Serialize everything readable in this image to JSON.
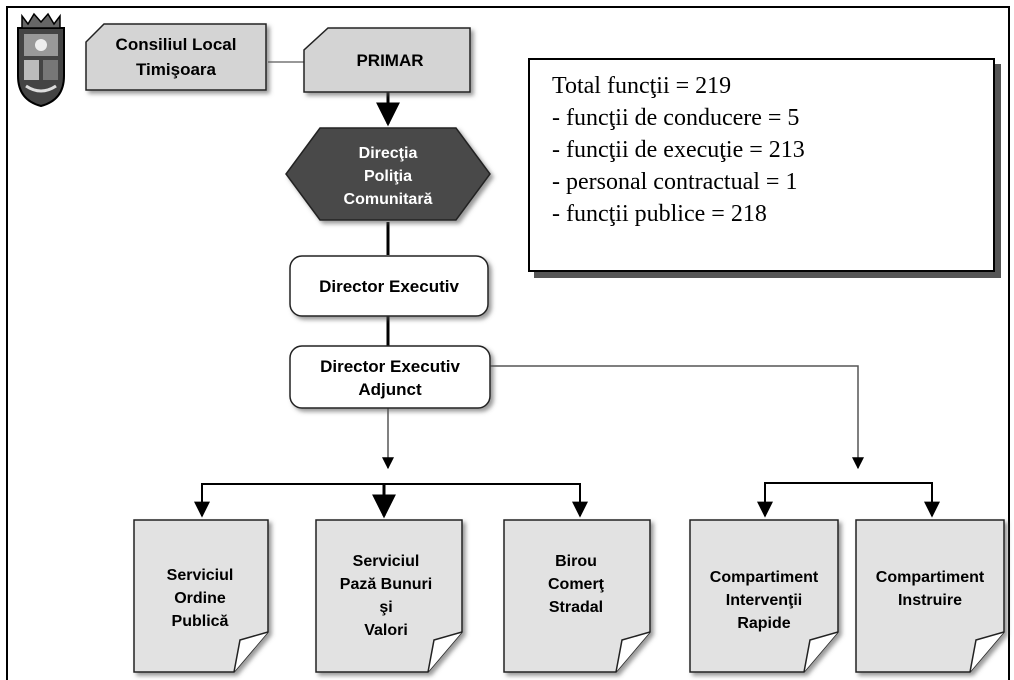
{
  "stats": {
    "total": "Total funcţii = 219",
    "conducere": "- funcţii de conducere = 5",
    "executie": "- funcţii de execuţie = 213",
    "contractual": "- personal contractual = 1",
    "publice": "- funcţii publice = 218"
  },
  "nodes": {
    "consiliu": [
      "Consiliul Local",
      "Timişoara"
    ],
    "primar": [
      "PRIMAR"
    ],
    "directia": [
      "Direcţia",
      "Poliţia",
      "Comunitară"
    ],
    "director_executiv": [
      "Director Executiv"
    ],
    "director_adjunct": [
      "Director Executiv",
      "Adjunct"
    ],
    "serviciul_ordine": [
      "Serviciul",
      "Ordine",
      "Publică"
    ],
    "serviciul_paza": [
      "Serviciul",
      "Pază Bunuri",
      "şi",
      "Valori"
    ],
    "birou_comert": [
      "Birou",
      "Comerţ",
      "Stradal"
    ],
    "comp_interventii": [
      "Compartiment",
      "Intervenţii",
      "Rapide"
    ],
    "comp_instruire": [
      "Compartiment",
      "Instruire"
    ]
  },
  "colors": {
    "gray_box": "#d4d4d4",
    "hexagon": "#4a4a4a",
    "document": "#e2e2e2",
    "line": "#000000"
  },
  "icons": {
    "crest": "timisoara-coat-of-arms"
  }
}
